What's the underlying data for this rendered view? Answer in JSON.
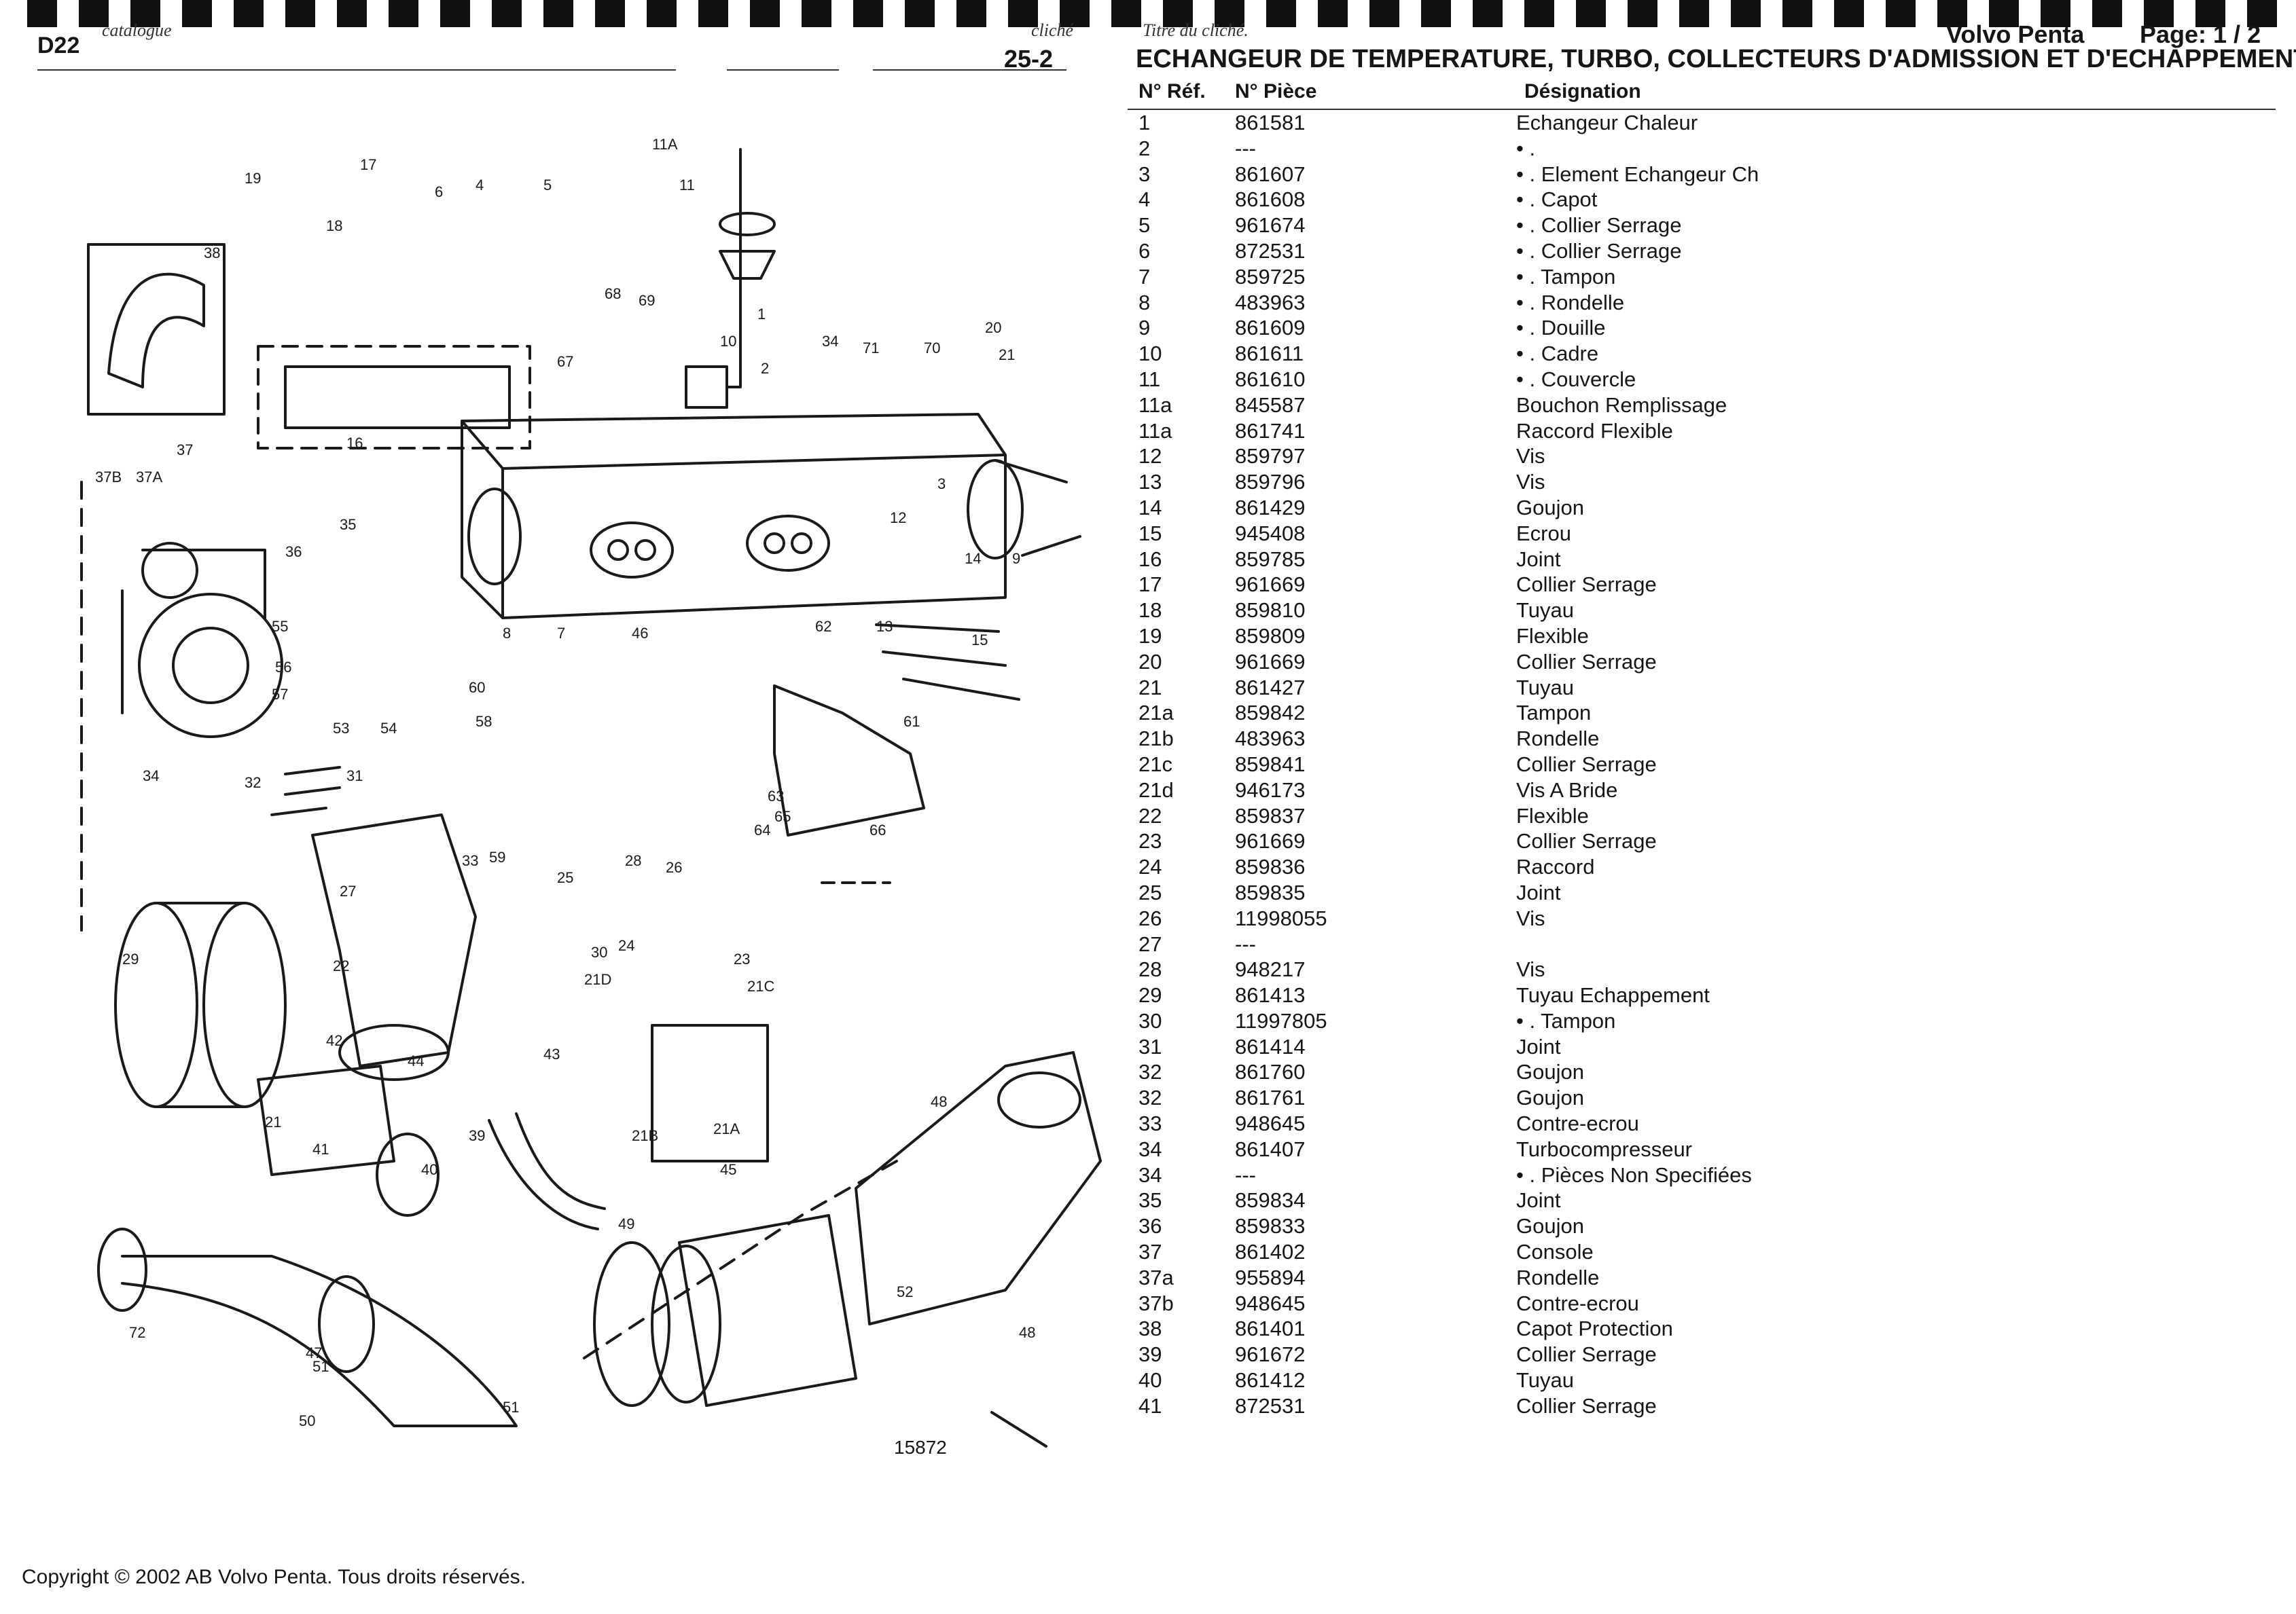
{
  "header": {
    "model": "D22",
    "catalogue_label": "catalogue",
    "section": "25-2",
    "cliche_label": "cliché",
    "titre_label": "Titre du cliché.",
    "brand": "Volvo Penta",
    "page": "Page: 1 / 2",
    "title": "ECHANGEUR DE TEMPERATURE, TURBO, COLLECTEURS D'ADMISSION ET D'ECHAPPEMENT"
  },
  "columns": {
    "ref": "N° Réf.",
    "part": "N° Pièce",
    "desc": "Désignation"
  },
  "parts": [
    {
      "ref": "1",
      "part": "861581",
      "desc": "Echangeur Chaleur"
    },
    {
      "ref": "2",
      "part": "---",
      "desc": "• ."
    },
    {
      "ref": "3",
      "part": "861607",
      "desc": "• . Element Echangeur Ch"
    },
    {
      "ref": "4",
      "part": "861608",
      "desc": "• . Capot"
    },
    {
      "ref": "5",
      "part": "961674",
      "desc": "• . Collier Serrage"
    },
    {
      "ref": "6",
      "part": "872531",
      "desc": "• . Collier Serrage"
    },
    {
      "ref": "7",
      "part": "859725",
      "desc": "• . Tampon"
    },
    {
      "ref": "8",
      "part": "483963",
      "desc": "• . Rondelle"
    },
    {
      "ref": "9",
      "part": "861609",
      "desc": "• . Douille"
    },
    {
      "ref": "10",
      "part": "861611",
      "desc": "• . Cadre"
    },
    {
      "ref": "11",
      "part": "861610",
      "desc": "• . Couvercle"
    },
    {
      "ref": "11a",
      "part": "845587",
      "desc": "Bouchon Remplissage"
    },
    {
      "ref": "11a",
      "part": "861741",
      "desc": "Raccord Flexible"
    },
    {
      "ref": "12",
      "part": "859797",
      "desc": "Vis"
    },
    {
      "ref": "13",
      "part": "859796",
      "desc": "Vis"
    },
    {
      "ref": "14",
      "part": "861429",
      "desc": "Goujon"
    },
    {
      "ref": "15",
      "part": "945408",
      "desc": "Ecrou"
    },
    {
      "ref": "16",
      "part": "859785",
      "desc": "Joint"
    },
    {
      "ref": "17",
      "part": "961669",
      "desc": "Collier Serrage"
    },
    {
      "ref": "18",
      "part": "859810",
      "desc": "Tuyau"
    },
    {
      "ref": "19",
      "part": "859809",
      "desc": "Flexible"
    },
    {
      "ref": "20",
      "part": "961669",
      "desc": "Collier Serrage"
    },
    {
      "ref": "21",
      "part": "861427",
      "desc": "Tuyau"
    },
    {
      "ref": "21a",
      "part": "859842",
      "desc": "Tampon"
    },
    {
      "ref": "21b",
      "part": "483963",
      "desc": "Rondelle"
    },
    {
      "ref": "21c",
      "part": "859841",
      "desc": "Collier Serrage"
    },
    {
      "ref": "21d",
      "part": "946173",
      "desc": "Vis A Bride"
    },
    {
      "ref": "22",
      "part": "859837",
      "desc": "Flexible"
    },
    {
      "ref": "23",
      "part": "961669",
      "desc": "Collier Serrage"
    },
    {
      "ref": "24",
      "part": "859836",
      "desc": "Raccord"
    },
    {
      "ref": "25",
      "part": "859835",
      "desc": "Joint"
    },
    {
      "ref": "26",
      "part": "11998055",
      "desc": "Vis"
    },
    {
      "ref": "27",
      "part": "---",
      "desc": ""
    },
    {
      "ref": "28",
      "part": "948217",
      "desc": "Vis"
    },
    {
      "ref": "29",
      "part": "861413",
      "desc": "Tuyau Echappement"
    },
    {
      "ref": "30",
      "part": "11997805",
      "desc": "• . Tampon"
    },
    {
      "ref": "31",
      "part": "861414",
      "desc": "Joint"
    },
    {
      "ref": "32",
      "part": "861760",
      "desc": "Goujon"
    },
    {
      "ref": "32",
      "part": "861761",
      "desc": "Goujon"
    },
    {
      "ref": "33",
      "part": "948645",
      "desc": "Contre-ecrou"
    },
    {
      "ref": "34",
      "part": "861407",
      "desc": "Turbocompresseur"
    },
    {
      "ref": "34",
      "part": "---",
      "desc": "• . Pièces Non Specifiées"
    },
    {
      "ref": "35",
      "part": "859834",
      "desc": "Joint"
    },
    {
      "ref": "36",
      "part": "859833",
      "desc": "Goujon"
    },
    {
      "ref": "37",
      "part": "861402",
      "desc": "Console"
    },
    {
      "ref": "37a",
      "part": "955894",
      "desc": "Rondelle"
    },
    {
      "ref": "37b",
      "part": "948645",
      "desc": "Contre-ecrou"
    },
    {
      "ref": "38",
      "part": "861401",
      "desc": "Capot Protection"
    },
    {
      "ref": "39",
      "part": "961672",
      "desc": "Collier Serrage"
    },
    {
      "ref": "40",
      "part": "861412",
      "desc": "Tuyau"
    },
    {
      "ref": "41",
      "part": "872531",
      "desc": "Collier Serrage"
    }
  ],
  "diagram": {
    "figure_number": "15872",
    "callouts": [
      "11A",
      "19",
      "17",
      "18",
      "6",
      "4",
      "5",
      "11",
      "38",
      "68",
      "69",
      "10",
      "1",
      "34",
      "71",
      "70",
      "20",
      "21",
      "67",
      "2",
      "16",
      "37",
      "37A",
      "37B",
      "9",
      "3",
      "35",
      "36",
      "12",
      "14",
      "13",
      "15",
      "55",
      "56",
      "57",
      "53",
      "54",
      "8",
      "7",
      "46",
      "62",
      "60",
      "58",
      "61",
      "34",
      "32",
      "31",
      "63",
      "65",
      "64",
      "66",
      "59",
      "33",
      "28",
      "26",
      "25",
      "24",
      "27",
      "30",
      "23",
      "21C",
      "21D",
      "22",
      "29",
      "42",
      "44",
      "43",
      "21",
      "41",
      "40",
      "39",
      "21B",
      "21A",
      "48",
      "45",
      "49",
      "52",
      "48",
      "72",
      "47",
      "51",
      "51",
      "50"
    ]
  },
  "footer": {
    "copyright": "Copyright © 2002  AB Volvo Penta.  Tous droits réservés."
  }
}
